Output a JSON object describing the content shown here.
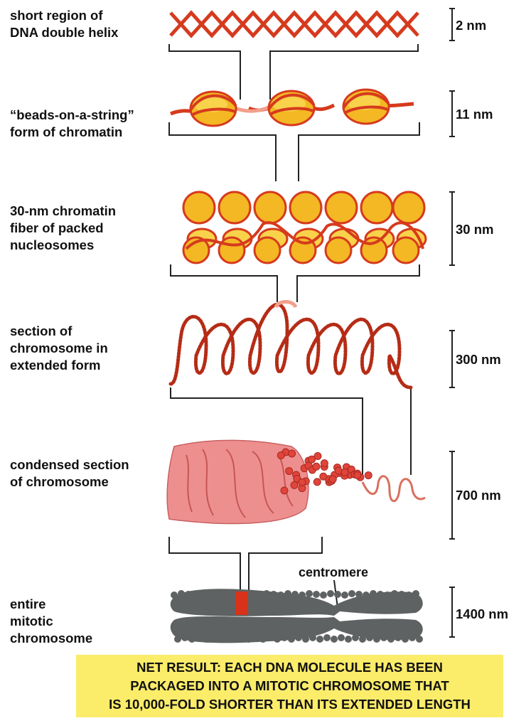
{
  "stages": [
    {
      "label": "short region of\nDNA double helix",
      "scale": "2 nm"
    },
    {
      "label": "“beads-on-a-string”\nform of chromatin",
      "scale": "11 nm"
    },
    {
      "label": "30-nm chromatin\nfiber of packed\nnucleosomes",
      "scale": "30 nm"
    },
    {
      "label": "section of\nchromosome in\nextended form",
      "scale": "300 nm"
    },
    {
      "label": "condensed section\nof chromosome",
      "scale": "700 nm"
    },
    {
      "label": "entire\nmitotic\nchromosome",
      "scale": "1400 nm"
    }
  ],
  "centromere_label": "centromere",
  "net_result": "NET RESULT: EACH DNA MOLECULE HAS BEEN\nPACKAGED INTO A MITOTIC CHROMOSOME THAT\nIS 10,000-FOLD SHORTER THAN ITS EXTENDED LENGTH",
  "colors": {
    "dna": "#d63a1e",
    "nucleosome": "#f3b823",
    "nucleosome_light": "#f8d24a",
    "condensed": "#ee8f8f",
    "chromosome": "#5f6262",
    "banner": "#fbec6a",
    "highlight": "#d8321a"
  }
}
